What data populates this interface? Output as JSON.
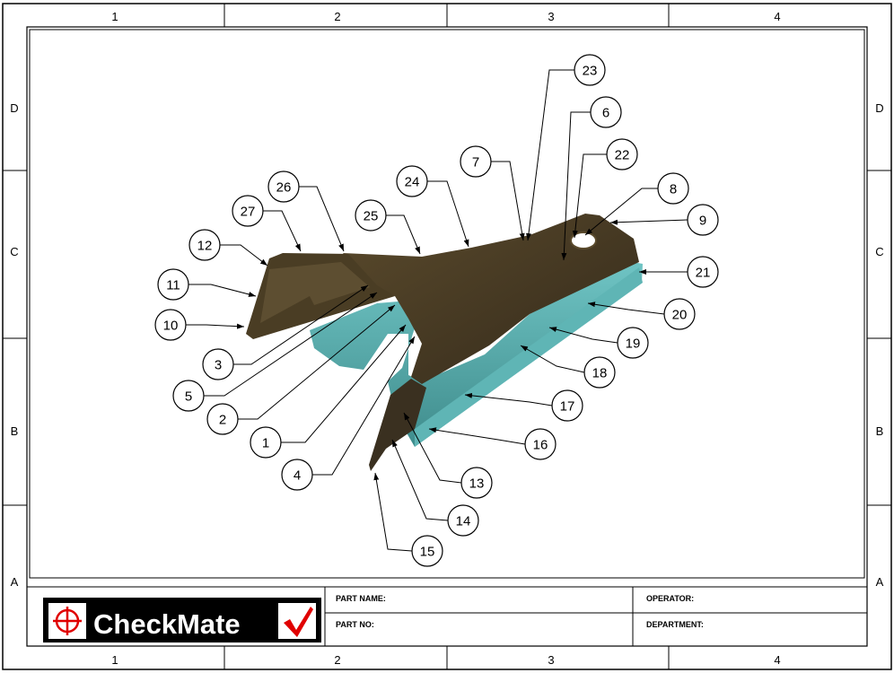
{
  "sheet": {
    "column_labels": [
      "1",
      "2",
      "3",
      "4"
    ],
    "row_labels": [
      "D",
      "C",
      "B",
      "A"
    ]
  },
  "title_block": {
    "logo_text": "CheckMate",
    "part_name_label": "PART NAME:",
    "part_no_label": "PART NO:",
    "operator_label": "OPERATOR:",
    "department_label": "DEPARTMENT:"
  },
  "colors": {
    "part_top": "#3f3520",
    "part_side": "#4f9c9c",
    "logo_red": "#e00000"
  },
  "balloons": [
    "1",
    "2",
    "3",
    "4",
    "5",
    "6",
    "7",
    "8",
    "9",
    "10",
    "11",
    "12",
    "13",
    "14",
    "15",
    "16",
    "17",
    "18",
    "19",
    "20",
    "21",
    "22",
    "23",
    "24",
    "25",
    "26",
    "27"
  ]
}
